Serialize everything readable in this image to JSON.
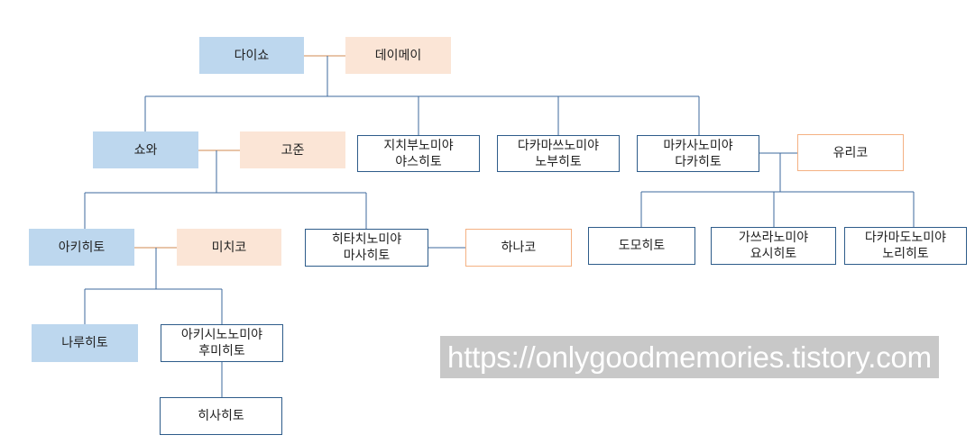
{
  "colors": {
    "male_fill": "#bdd7ee",
    "spouse_fill": "#fbe5d6",
    "outline_dark": "#2e5c8a",
    "outline_light": "#f4b183",
    "line_blue": "#3d6a9e",
    "line_orange": "#d08a50"
  },
  "nodes": {
    "daisho": {
      "label": "다이쇼"
    },
    "teimei": {
      "label": "데이메이"
    },
    "showa": {
      "label": "쇼와"
    },
    "kojun": {
      "label": "고준"
    },
    "chichibu": {
      "line1": "지치부노미야",
      "line2": "야스히토"
    },
    "takamatsu": {
      "line1": "다카마쓰노미야",
      "line2": "노부히토"
    },
    "mikasa": {
      "line1": "마카사노미야",
      "line2": "다카히토"
    },
    "yuriko": {
      "label": "유리코"
    },
    "akihito": {
      "label": "아키히토"
    },
    "michiko": {
      "label": "미치코"
    },
    "hitachi": {
      "line1": "히타치노미야",
      "line2": "마사히토"
    },
    "hanako": {
      "label": "하나코"
    },
    "tomohito": {
      "label": "도모히토"
    },
    "katsura": {
      "line1": "가쓰라노미야",
      "line2": "요시히토"
    },
    "takamado": {
      "line1": "다카마도노미야",
      "line2": "노리히토"
    },
    "naruhito": {
      "label": "나루히토"
    },
    "akishino": {
      "line1": "아키시노노미야",
      "line2": "후미히토"
    },
    "hisahito": {
      "label": "히사히토"
    }
  },
  "watermark": {
    "text": "https://onlygoodmemories.tistory.com"
  }
}
